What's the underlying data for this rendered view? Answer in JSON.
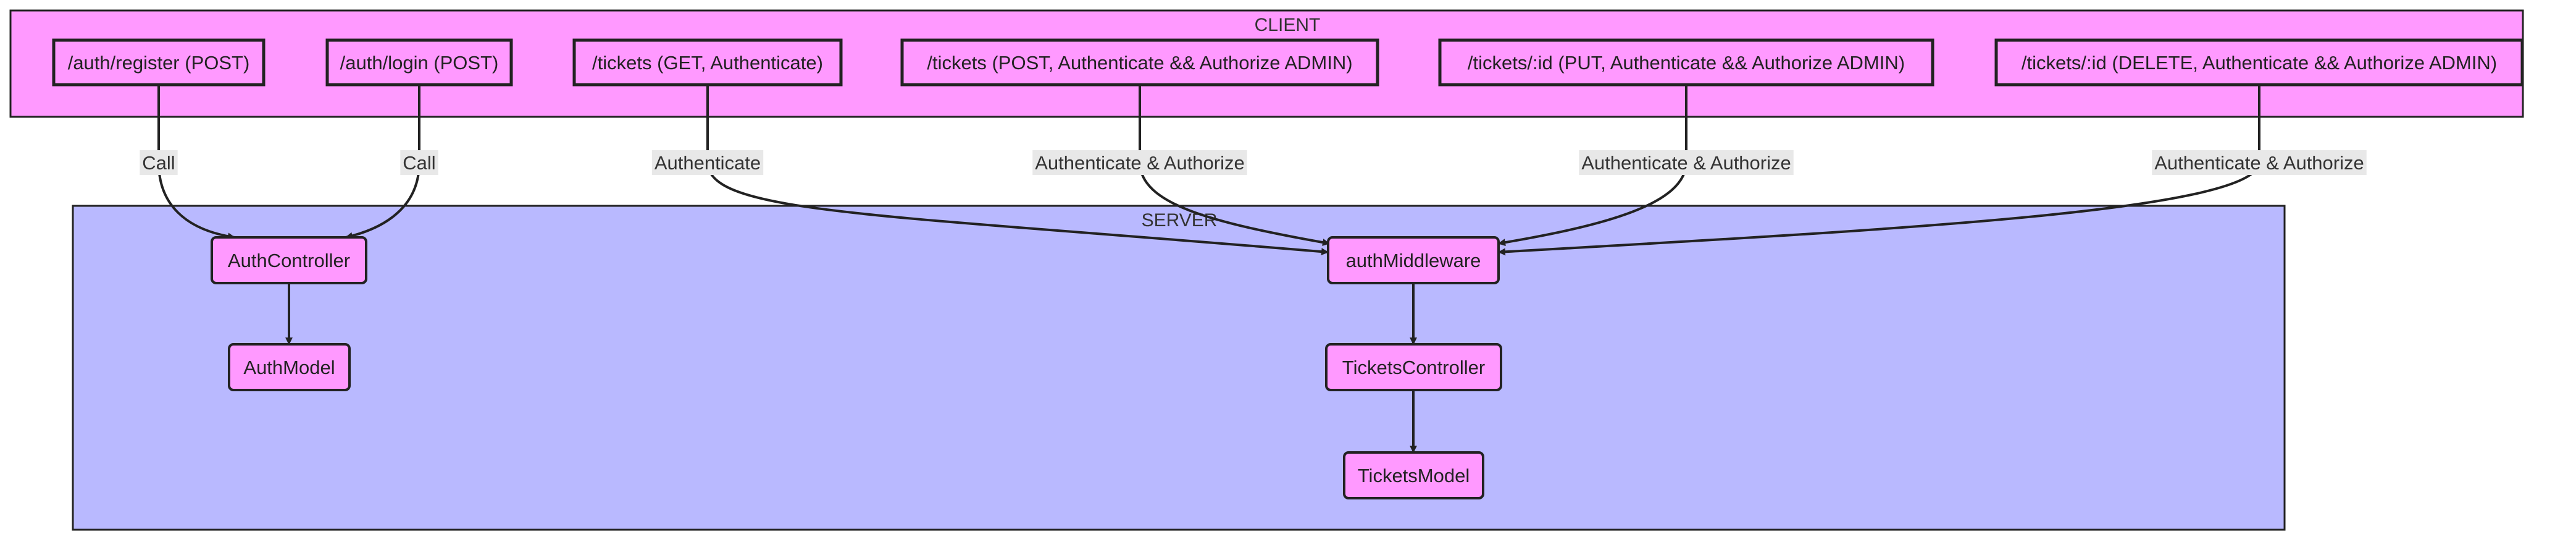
{
  "colors": {
    "client_fill": "#ff99ff",
    "server_fill": "#b9b9ff",
    "node_fill": "#ff99ff",
    "border": "#222222",
    "edge_label_bg": "#e8e8e8"
  },
  "client": {
    "label": "CLIENT",
    "endpoints": [
      {
        "id": "register",
        "label": "/auth/register (POST)"
      },
      {
        "id": "login",
        "label": "/auth/login (POST)"
      },
      {
        "id": "tickets_get",
        "label": "/tickets (GET, Authenticate)"
      },
      {
        "id": "tickets_post",
        "label": "/tickets (POST, Authenticate && Authorize ADMIN)"
      },
      {
        "id": "tickets_put",
        "label": "/tickets/:id (PUT, Authenticate && Authorize ADMIN)"
      },
      {
        "id": "tickets_delete",
        "label": "/tickets/:id (DELETE, Authenticate && Authorize ADMIN)"
      }
    ]
  },
  "server": {
    "label": "SERVER",
    "nodes": [
      {
        "id": "auth_controller",
        "label": "AuthController"
      },
      {
        "id": "auth_model",
        "label": "AuthModel"
      },
      {
        "id": "auth_middleware",
        "label": "authMiddleware"
      },
      {
        "id": "tickets_controller",
        "label": "TicketsController"
      },
      {
        "id": "tickets_model",
        "label": "TicketsModel"
      }
    ]
  },
  "edges": [
    {
      "from": "register",
      "to": "auth_controller",
      "label": "Call"
    },
    {
      "from": "login",
      "to": "auth_controller",
      "label": "Call"
    },
    {
      "from": "tickets_get",
      "to": "auth_middleware",
      "label": "Authenticate"
    },
    {
      "from": "tickets_post",
      "to": "auth_middleware",
      "label": "Authenticate & Authorize"
    },
    {
      "from": "tickets_put",
      "to": "auth_middleware",
      "label": "Authenticate & Authorize"
    },
    {
      "from": "tickets_delete",
      "to": "auth_middleware",
      "label": "Authenticate & Authorize"
    },
    {
      "from": "auth_controller",
      "to": "auth_model",
      "label": ""
    },
    {
      "from": "auth_middleware",
      "to": "tickets_controller",
      "label": ""
    },
    {
      "from": "tickets_controller",
      "to": "tickets_model",
      "label": ""
    }
  ]
}
